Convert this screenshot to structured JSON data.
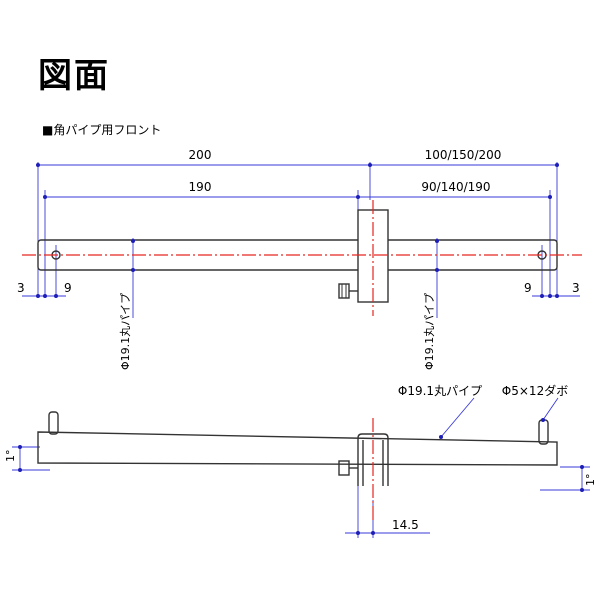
{
  "title": "図面",
  "section": "■角パイプ用フロント",
  "labels": {
    "top_total": "200",
    "top_right": "100/150/200",
    "inner_total": "190",
    "inner_right": "90/140/190",
    "left_edge": "3",
    "left_hole": "9",
    "right_hole": "9",
    "right_edge": "3",
    "pipe_left": "Φ19.1丸パイプ",
    "pipe_right": "Φ19.1丸パイプ",
    "pipe_side": "Φ19.1丸パイプ",
    "dowel": "Φ5×12ダボ",
    "angle_left": "1°",
    "angle_right": "1°",
    "clamp_offset": "14.5"
  },
  "colors": {
    "centerline": "#e52620",
    "dimension": "#3a3ad8",
    "outline": "#333333"
  }
}
